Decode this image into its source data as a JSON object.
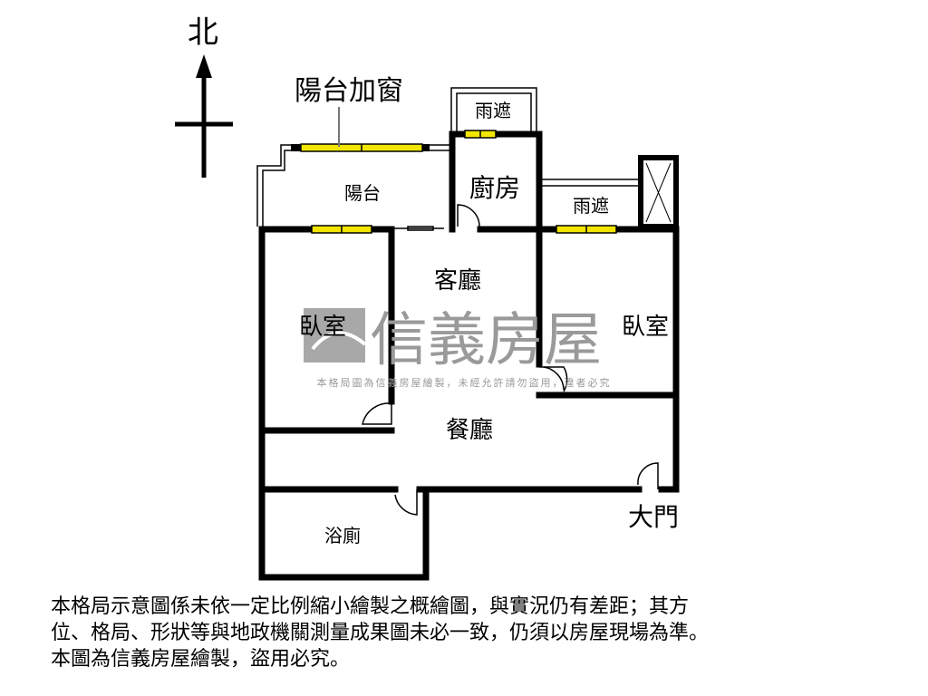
{
  "compass": {
    "north_label": "北"
  },
  "rooms": {
    "balcony_window": "陽台加窗",
    "balcony": "陽台",
    "canopy_top": "雨遮",
    "kitchen": "廚房",
    "canopy_right": "雨遮",
    "living_room": "客廳",
    "bedroom_left": "臥室",
    "bedroom_right": "臥室",
    "dining_room": "餐廳",
    "bathroom": "浴廁",
    "main_door": "大門"
  },
  "watermark": {
    "brand": "信義房屋",
    "notice": "本格局圖為信義房屋繪製，未經允許請勿盜用，違者必究"
  },
  "disclaimer": [
    "本格局示意圖係未依一定比例縮小繪製之概繪圖，與實況仍有差距；其方",
    "位、格局、形狀等與地政機關測量成果圖未必一致，仍須以房屋現場為準。",
    "本圖為信義房屋繪製，盜用必究。"
  ],
  "colors": {
    "wall": "#000000",
    "window": "#f2e600",
    "watermark": "#9a9a9a"
  }
}
